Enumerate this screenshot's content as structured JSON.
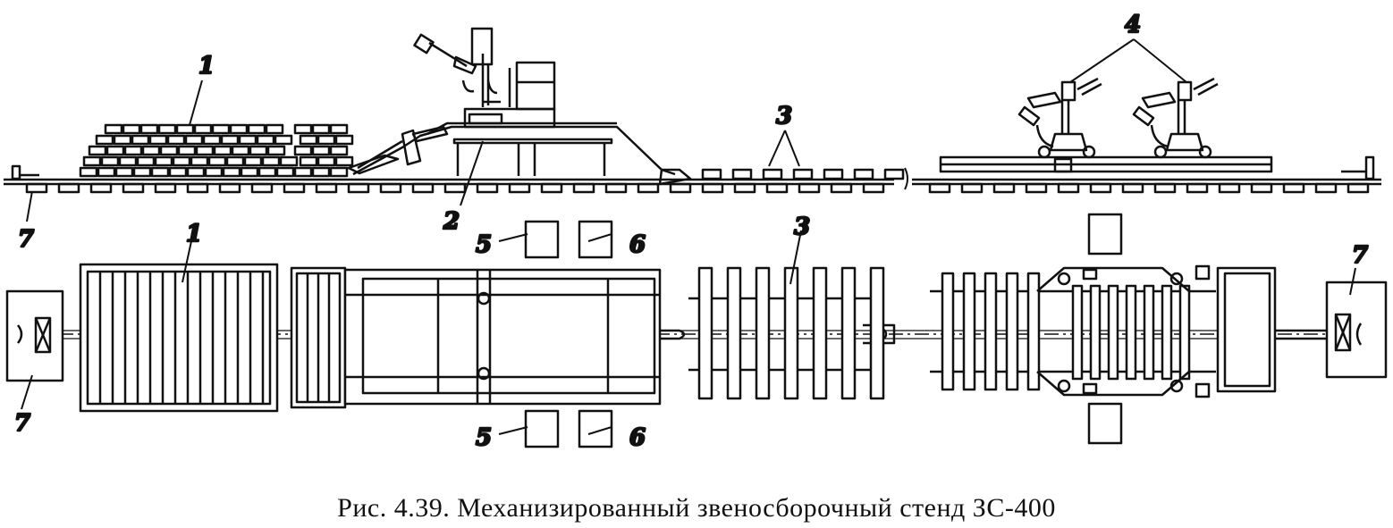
{
  "figure": {
    "caption": "Рис. 4.39. Механизированный звеносборочный стенд ЗС-400",
    "labels": {
      "l1": "1",
      "l2": "2",
      "l3": "3",
      "l4": "4",
      "l5": "5",
      "l6": "6",
      "l7": "7"
    }
  }
}
